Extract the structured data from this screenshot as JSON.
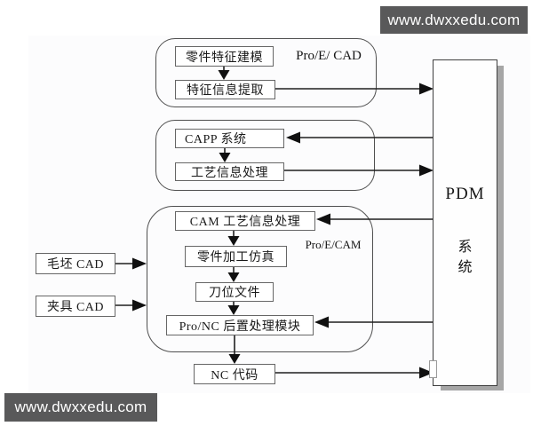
{
  "watermark": {
    "text": "www.dwxxedu.com"
  },
  "colors": {
    "watermark_bar": "#59595a",
    "line": "#1f1f1f",
    "shadow": "#a6a6a6"
  },
  "labels": {
    "proe_cad": "Pro/E/ CAD",
    "proe_cam": "Pro/E/CAM"
  },
  "boxes": {
    "feature_modeling": "零件特征建模",
    "feature_extraction": "特征信息提取",
    "capp_system": "CAPP 系统",
    "process_info": "工艺信息处理",
    "cam_process_info": "CAM 工艺信息处理",
    "machining_simulation": "零件加工仿真",
    "tool_location_file": "刀位文件",
    "post_processing": "Pro/NC 后置处理模块",
    "nc_code": "NC 代码",
    "blank_cad": "毛坯 CAD",
    "fixture_cad": "夹具 CAD"
  },
  "pdm": {
    "title": "PDM",
    "sub1": "系",
    "sub2": "统"
  }
}
